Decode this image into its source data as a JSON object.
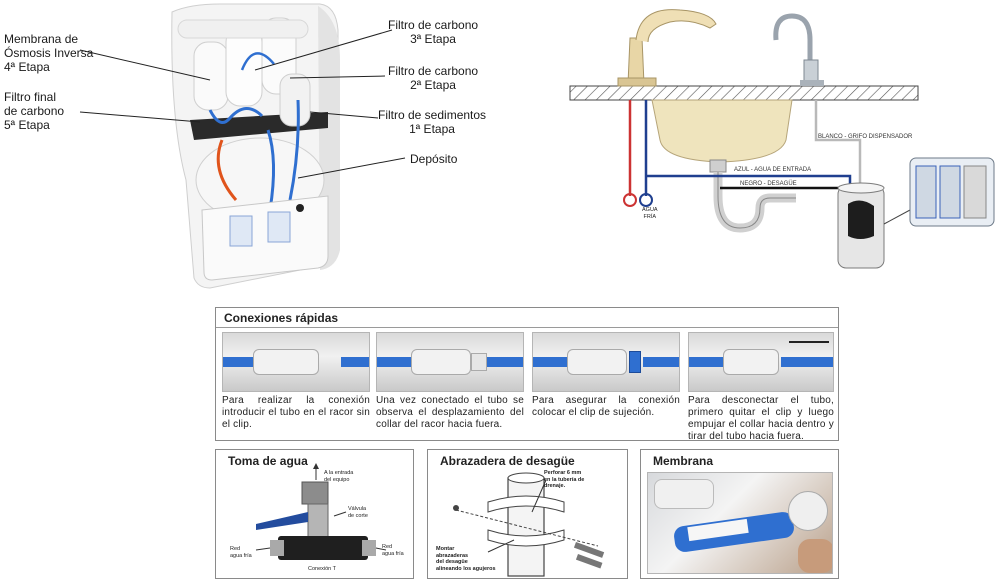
{
  "unit_labels": {
    "membrane": "Membrana de\nÓsmosis Inversa\n4ª Etapa",
    "final_carbon": "Filtro final\nde carbono\n5ª Etapa",
    "carbon_3": "Filtro de carbono\n3ª Etapa",
    "carbon_2": "Filtro de carbono\n2ª Etapa",
    "sediment_1": "Filtro de sedimentos\n1ª Etapa",
    "tank": "Depósito"
  },
  "install_labels": {
    "white_line": "BLANCO - GRIFO DISPENSADOR",
    "blue_line": "AZUL - AGUA DE ENTRADA",
    "black_line": "NEGRO - DESAGÜE",
    "cold_water": "AGUA\nFRÍA"
  },
  "quick_connect": {
    "title": "Conexiones rápidas",
    "steps": [
      {
        "caption": "Para realizar la conexión introducir el tubo en el racor sin el clip."
      },
      {
        "caption": "Una vez conectado el tubo se observa el desplazamiento del collar del racor hacia fuera."
      },
      {
        "caption": "Para asegurar la conexión colocar el clip de sujeción."
      },
      {
        "caption": "Para desconectar el tubo, primero quitar el clip y luego empujar el collar hacia dentro y tirar del tubo hacia fuera."
      }
    ]
  },
  "water_intake": {
    "title": "Toma de agua",
    "inlet": "A la entrada\ndel equipo",
    "valve": "Válvula\nde corte",
    "cold_left": "Red\nagua fría",
    "cold_right": "Red\nagua fría",
    "tee": "Conexión T"
  },
  "drain_clamp": {
    "title": "Abrazadera de desagüe",
    "drill": "Perforar 6 mm\nen la tubería de\ndrenaje.",
    "mount": "Montar\nabrazaderas\ndel desagüe\nalineando los agujeros"
  },
  "membrane_panel": {
    "title": "Membrana"
  }
}
